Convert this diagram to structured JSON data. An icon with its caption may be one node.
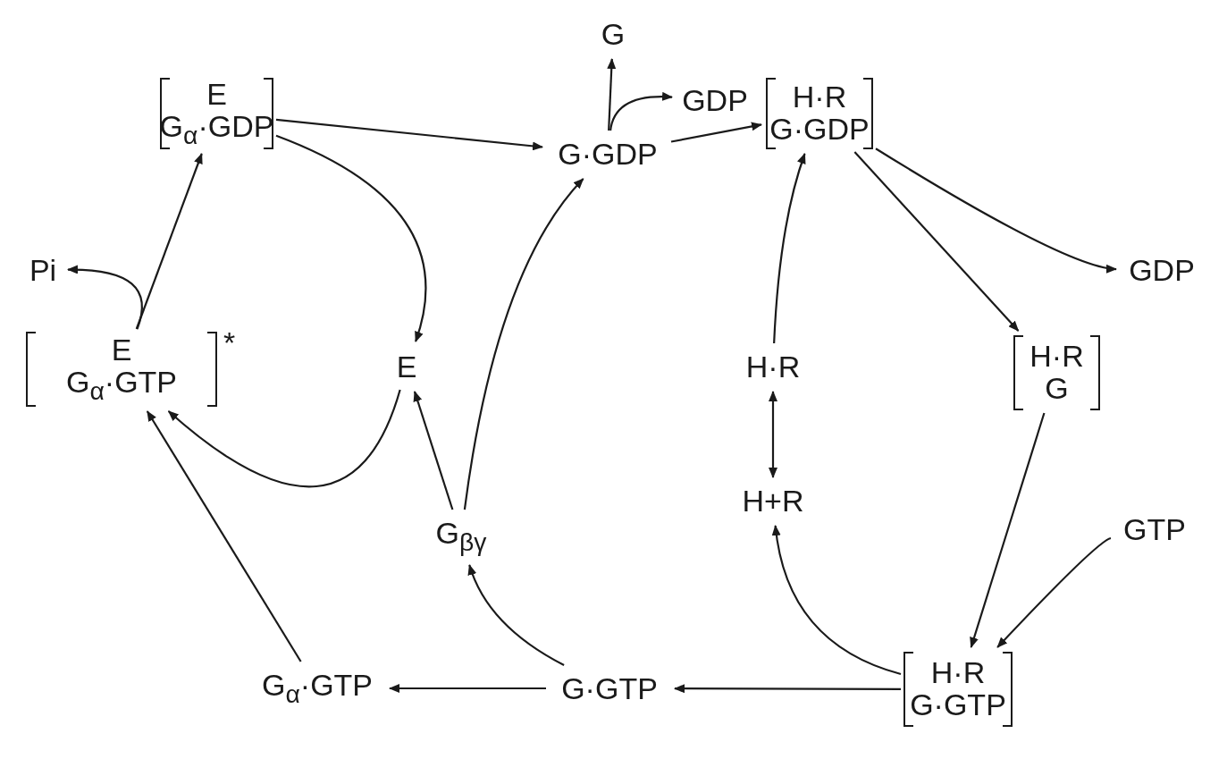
{
  "diagram": {
    "nodes": [
      {
        "text": [
          "G"
        ]
      },
      {
        "text": [
          "GDP"
        ]
      },
      {
        "text": [
          "E",
          "G$_{α}$·GDP"
        ]
      },
      {
        "text": [
          "G·GDP"
        ]
      },
      {
        "text": [
          "H·R",
          "G·GDP"
        ]
      },
      {
        "text": [
          "Pi"
        ]
      },
      {
        "text": [
          "GDP"
        ]
      },
      {
        "text": [
          "E",
          "G$_{α}$·GTP"
        ],
        "beside": [
          "*"
        ]
      },
      {
        "text": [
          "E"
        ]
      },
      {
        "text": [
          "H·R"
        ]
      },
      {
        "text": [
          "H·R",
          "G"
        ]
      },
      {
        "text": [
          "G$_{βγ}$"
        ]
      },
      {
        "text": [
          "H+R"
        ]
      },
      {
        "text": [
          "GTP"
        ]
      },
      {
        "text": [
          "G$_{α}$·GTP"
        ]
      },
      {
        "text": [
          "G·GTP"
        ]
      },
      {
        "text": [
          "H·R",
          "G·GTP"
        ]
      }
    ],
    "edges": [
      {
        "from": 3,
        "to": 0,
        "arrow": "to"
      },
      {
        "from": 3,
        "to": 1,
        "arrow": "to"
      },
      {
        "from": 2,
        "to": 3,
        "arrow": "to"
      },
      {
        "from": 2,
        "to": 8,
        "arrow": "to"
      },
      {
        "from": 3,
        "to": 4,
        "arrow": "to"
      },
      {
        "from": 7,
        "to": 2,
        "arrow": "to"
      },
      {
        "from": 7,
        "to": 5,
        "arrow": "to"
      },
      {
        "from": 4,
        "to": 10,
        "arrow": "to"
      },
      {
        "from": 4,
        "to": 6,
        "arrow": "to"
      },
      {
        "from": 10,
        "to": 16,
        "arrow": "to"
      },
      {
        "from": 13,
        "to": 16,
        "arrow": "to"
      },
      {
        "from": 16,
        "to": 15,
        "arrow": "to"
      },
      {
        "from": 16,
        "to": 12,
        "arrow": "to"
      },
      {
        "from": 12,
        "to": 9,
        "arrow": "both"
      },
      {
        "from": 9,
        "to": 4,
        "arrow": "to"
      },
      {
        "from": 15,
        "to": 14,
        "arrow": "to"
      },
      {
        "from": 15,
        "to": 11,
        "arrow": "to"
      },
      {
        "from": 11,
        "to": 8,
        "arrow": "to"
      },
      {
        "from": 11,
        "to": 3,
        "arrow": "to"
      },
      {
        "from": 14,
        "to": 7,
        "arrow": "to"
      },
      {
        "from": 8,
        "to": 7,
        "arrow": "to"
      }
    ]
  }
}
